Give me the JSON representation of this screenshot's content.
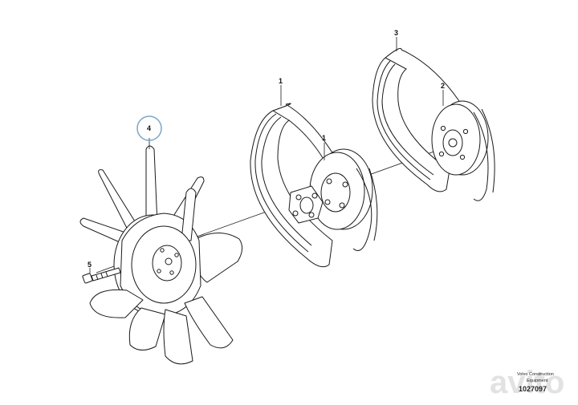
{
  "callouts": {
    "c1a": "1",
    "c1b": "1",
    "c2": "2",
    "c3": "3",
    "c4": "4",
    "c5": "5"
  },
  "credit": {
    "line1": "Volvo Construction",
    "line2": "Equipment",
    "ref": "1027097"
  },
  "watermark": {
    "text": "avito"
  },
  "colors": {
    "line": "#1a1a1a",
    "highlight": "#7aa6c8",
    "background": "#ffffff"
  }
}
